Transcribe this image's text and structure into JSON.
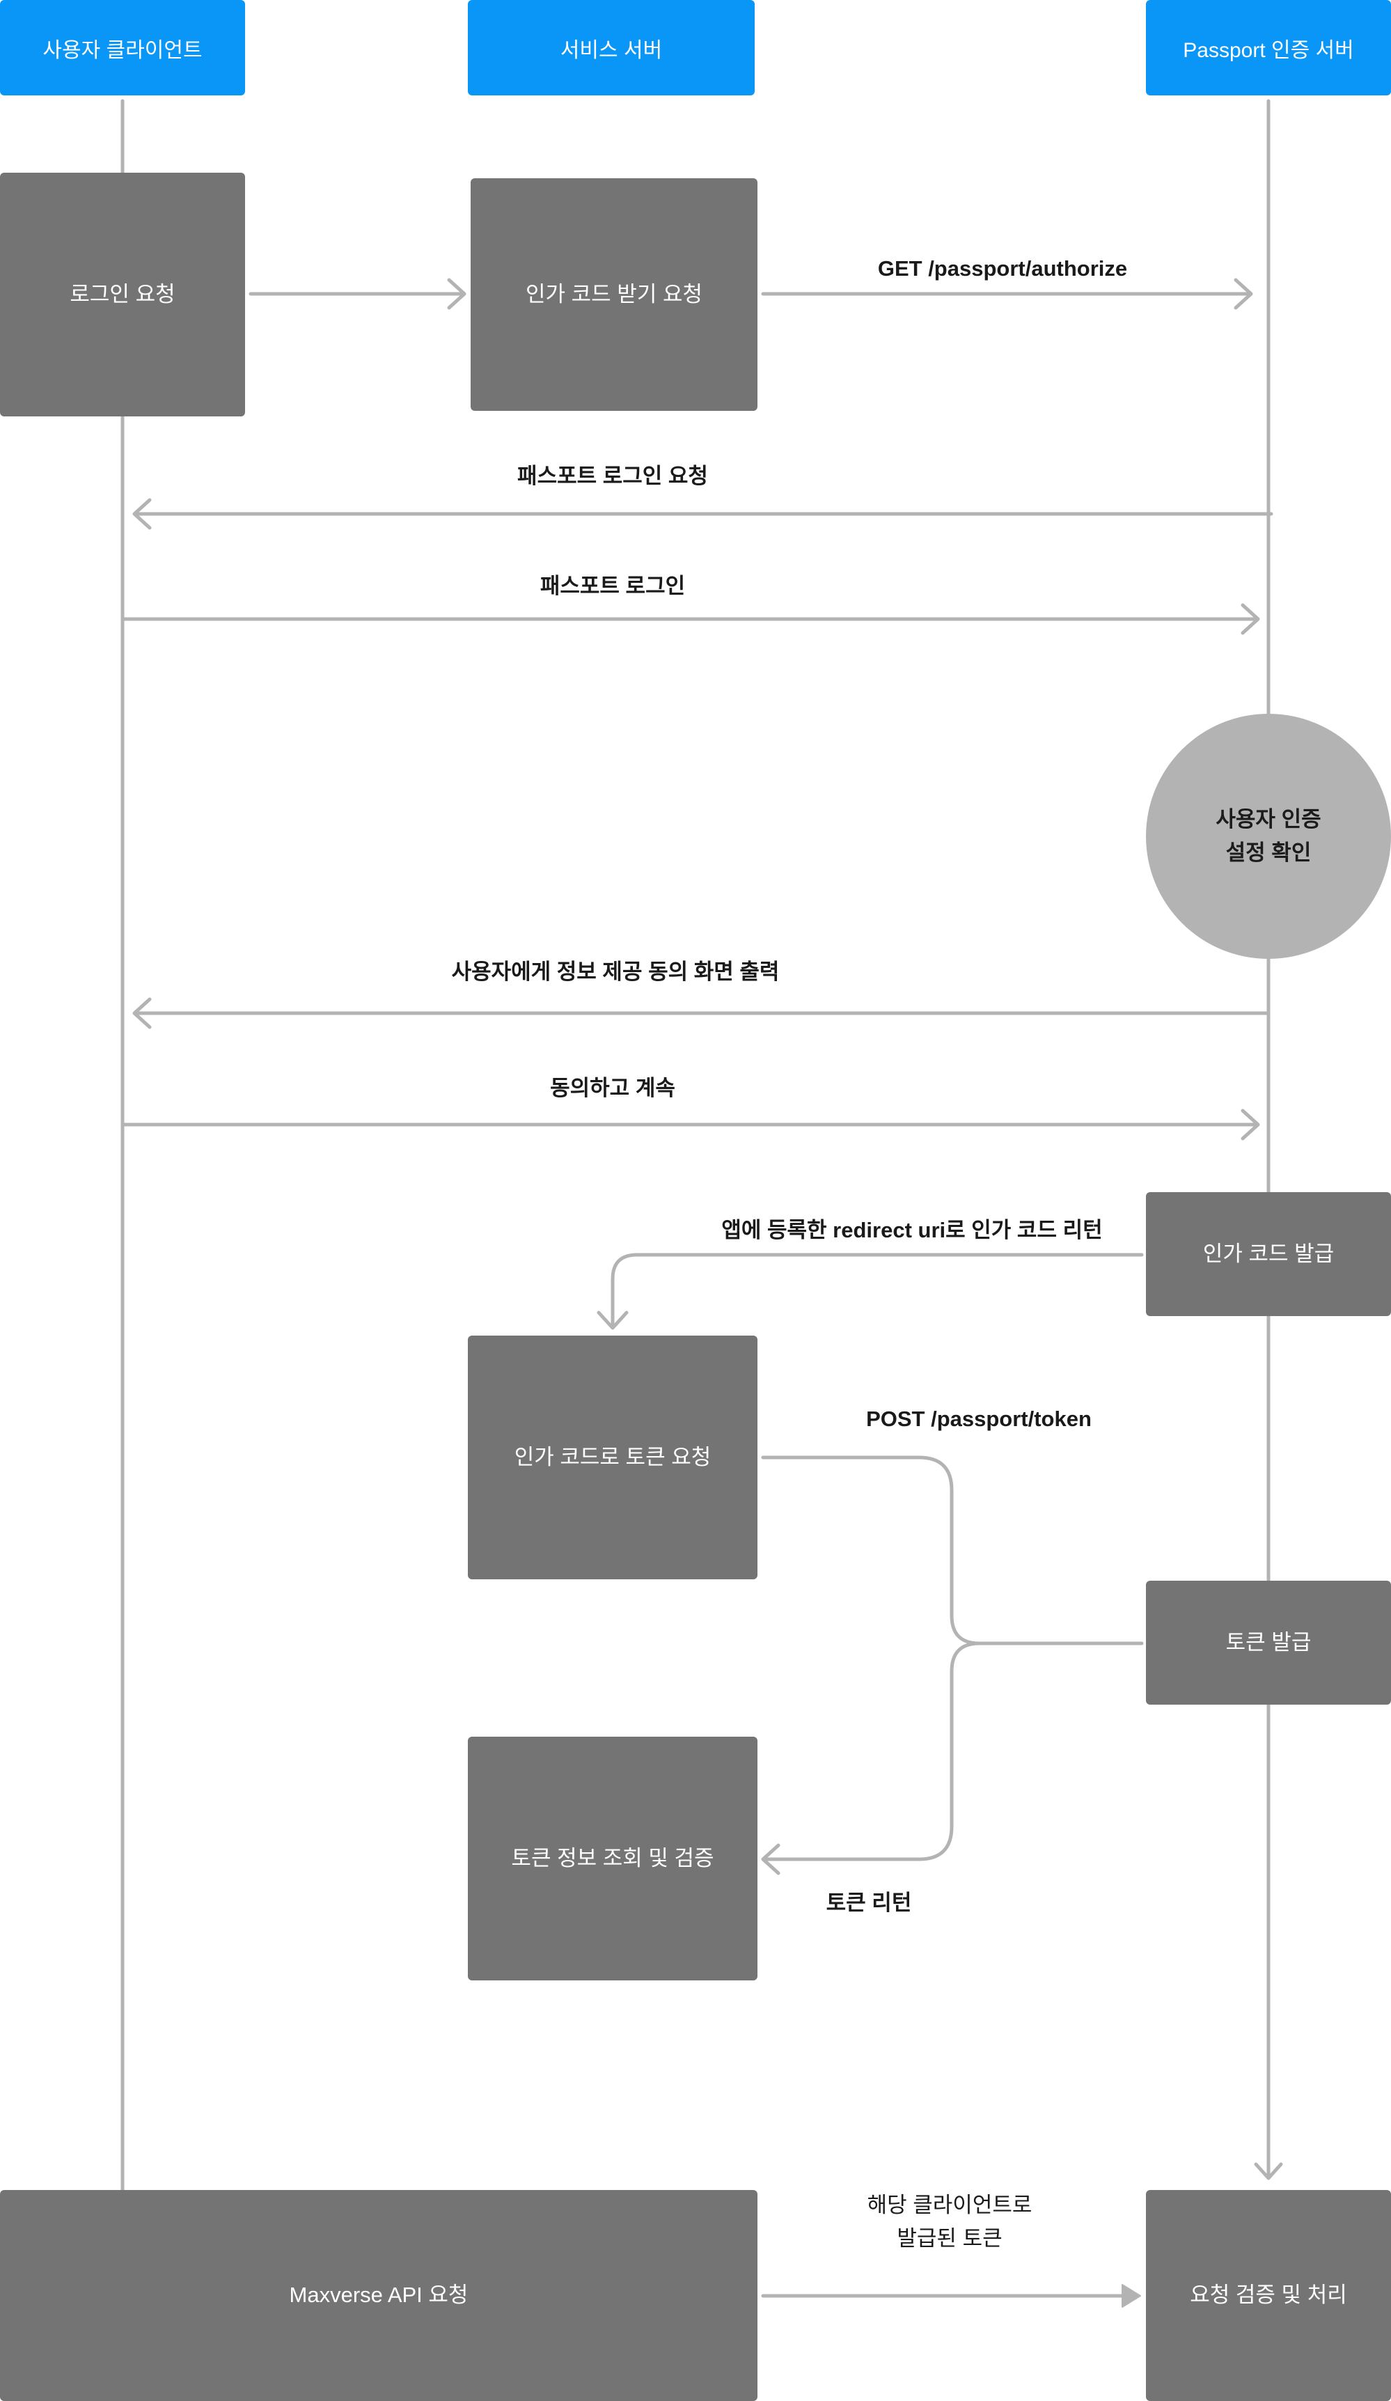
{
  "lanes": {
    "client": "사용자 클라이언트",
    "service": "서비스 서버",
    "passport": "Passport 인증 서버"
  },
  "boxes": {
    "login_request": "로그인 요청",
    "auth_code_request": "인가 코드 받기 요청",
    "user_auth_check": "사용자 인증\n설정 확인",
    "auth_code_issue": "인가 코드 발급",
    "token_request": "인가 코드로 토큰 요청",
    "token_issue": "토큰 발급",
    "token_verify": "토큰 정보 조회 및 검증",
    "api_request": "Maxverse API 요청",
    "request_process": "요청 검증 및 처리"
  },
  "arrow_labels": {
    "get_authorize": "GET /passport/authorize",
    "passport_login_request": "패스포트 로그인 요청",
    "passport_login": "패스포트 로그인",
    "consent_screen": "사용자에게 정보 제공 동의 화면 출력",
    "agree_continue": "동의하고 계속",
    "redirect_code": "앱에 등록한 redirect uri로 인가 코드 리턴",
    "post_token": "POST /passport/token",
    "token_return": "토큰 리턴",
    "issued_token": "해당 클라이언트로\n발급된 토큰"
  },
  "colors": {
    "lane_header": "#0a96f7",
    "box": "#747474",
    "circle": "#b3b3b3",
    "line": "#b3b3b3"
  }
}
